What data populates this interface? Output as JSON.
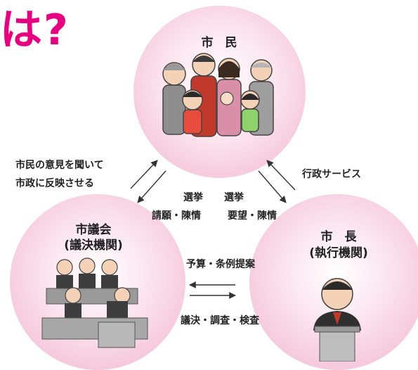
{
  "heading": "は?",
  "nodes": {
    "citizens": "市　民",
    "assembly_line1": "市議会",
    "assembly_line2": "(議決機関)",
    "mayor_line1": "市　長",
    "mayor_line2": "(執行機関)"
  },
  "edges": {
    "opinion_line1": "市民の意見を聞いて",
    "opinion_line2": "市政に反映させる",
    "election_left": "選挙",
    "petition_left": "請願・陳情",
    "election_right": "選挙",
    "request_right": "要望・陳情",
    "admin_service": "行政サービス",
    "budget": "予算・条例提案",
    "resolution": "議決・調査・検査"
  },
  "colors": {
    "accent": "#e4007f",
    "circle": "#f2b3cd",
    "text": "#222222"
  }
}
